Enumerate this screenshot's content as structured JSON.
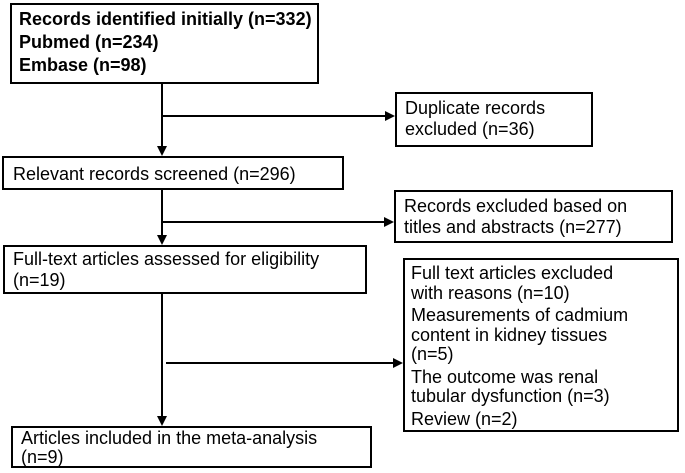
{
  "flowchart": {
    "boxes": {
      "identified": {
        "lines": [
          "Records identified initially (n=332)",
          "Pubmed (n=234)",
          "Embase (n=98)"
        ]
      },
      "duplicates": {
        "lines": [
          "Duplicate records",
          "excluded (n=36)"
        ]
      },
      "screened": {
        "lines": [
          "Relevant records screened (n=296)"
        ]
      },
      "titles": {
        "lines": [
          "Records excluded based on",
          "titles and abstracts (n=277)"
        ]
      },
      "fulltext": {
        "lines": [
          "Full-text articles assessed for eligibility",
          "(n=19)"
        ]
      },
      "reasons": {
        "paragraphs": [
          {
            "lines": [
              "Full text articles excluded",
              "with reasons (n=10)"
            ]
          },
          {
            "lines": [
              "Measurements of cadmium",
              "content in kidney tissues",
              "(n=5)"
            ]
          },
          {
            "lines": [
              "The outcome was renal",
              "tubular dysfunction (n=3)"
            ]
          },
          {
            "lines": [
              "Review (n=2)"
            ]
          }
        ]
      },
      "included": {
        "lines": [
          "Articles included in the meta-analysis",
          "(n=9)"
        ]
      }
    },
    "colors": {
      "border": "#000000",
      "background": "#ffffff",
      "text": "#000000"
    }
  }
}
